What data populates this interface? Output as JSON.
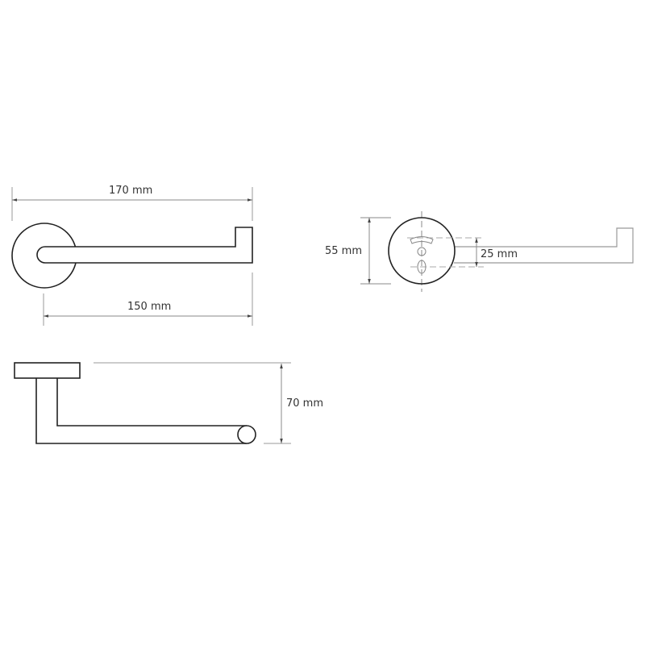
{
  "drawing": {
    "top_view": {
      "overall_length": "170 mm",
      "arm_length": "150 mm"
    },
    "back_view": {
      "plate_diameter": "55 mm",
      "hole_spacing": "25 mm"
    },
    "side_view": {
      "projection": "70 mm"
    }
  },
  "colors": {
    "outline": "#222222",
    "dimension": "#888888",
    "hidden": "#aaaaaa"
  }
}
